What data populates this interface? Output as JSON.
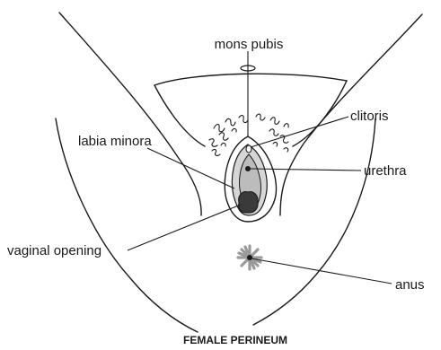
{
  "title": "FEMALE PERINEUM",
  "labels": {
    "mons_pubis": "mons pubis",
    "clitoris": "clitoris",
    "labia_minora": "labia minora",
    "urethra": "urethra",
    "vaginal_opening": "vaginal opening",
    "anus": "anus"
  },
  "colors": {
    "outline": "#1a1a1a",
    "labia_fill": "#d6d6d6",
    "vestibule_fill": "#bcbcbc",
    "opening_fill": "#3a3a3a",
    "anus_fill": "#9a9a9a"
  }
}
